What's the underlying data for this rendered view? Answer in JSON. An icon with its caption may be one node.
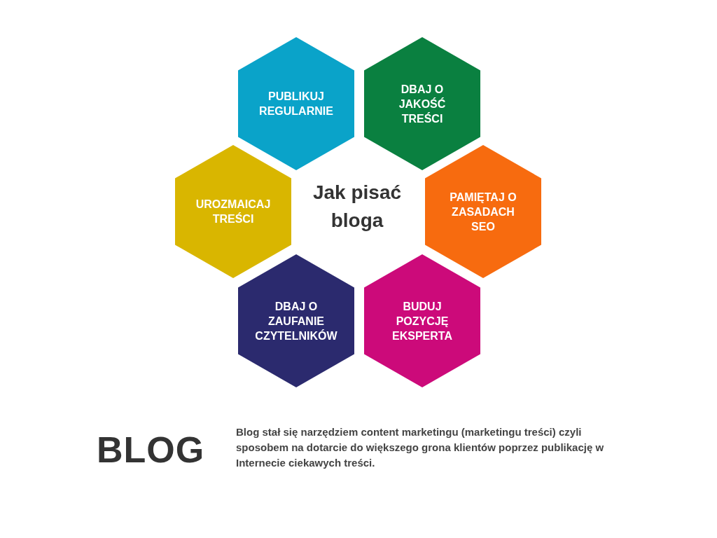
{
  "diagram": {
    "title": "Jak pisać bloga",
    "nodes": [
      {
        "text": [
          "PUBLIKUJ REGULARNIE"
        ]
      },
      {
        "text": [
          "DBAJ O JAKOŚĆ TREŚCI"
        ]
      },
      {
        "text": [
          "UROZMAICAJ TREŚCI"
        ]
      },
      {
        "text": [
          "PAMIĘTAJ O ZASADACH SEO"
        ]
      },
      {
        "text": [
          "DBAJ O ZAUFANIE CZYTELNIKÓW"
        ]
      },
      {
        "text": [
          "BUDUJ POZYCJĘ EKSPERTA"
        ]
      }
    ],
    "labels": [
      "BLOG",
      "Blog stał się narzędziem content marketingu (marketingu treści) czyli sposobem na dotarcie do większego grona klientów poprzez publikację w Internecie ciekawych treści."
    ]
  }
}
